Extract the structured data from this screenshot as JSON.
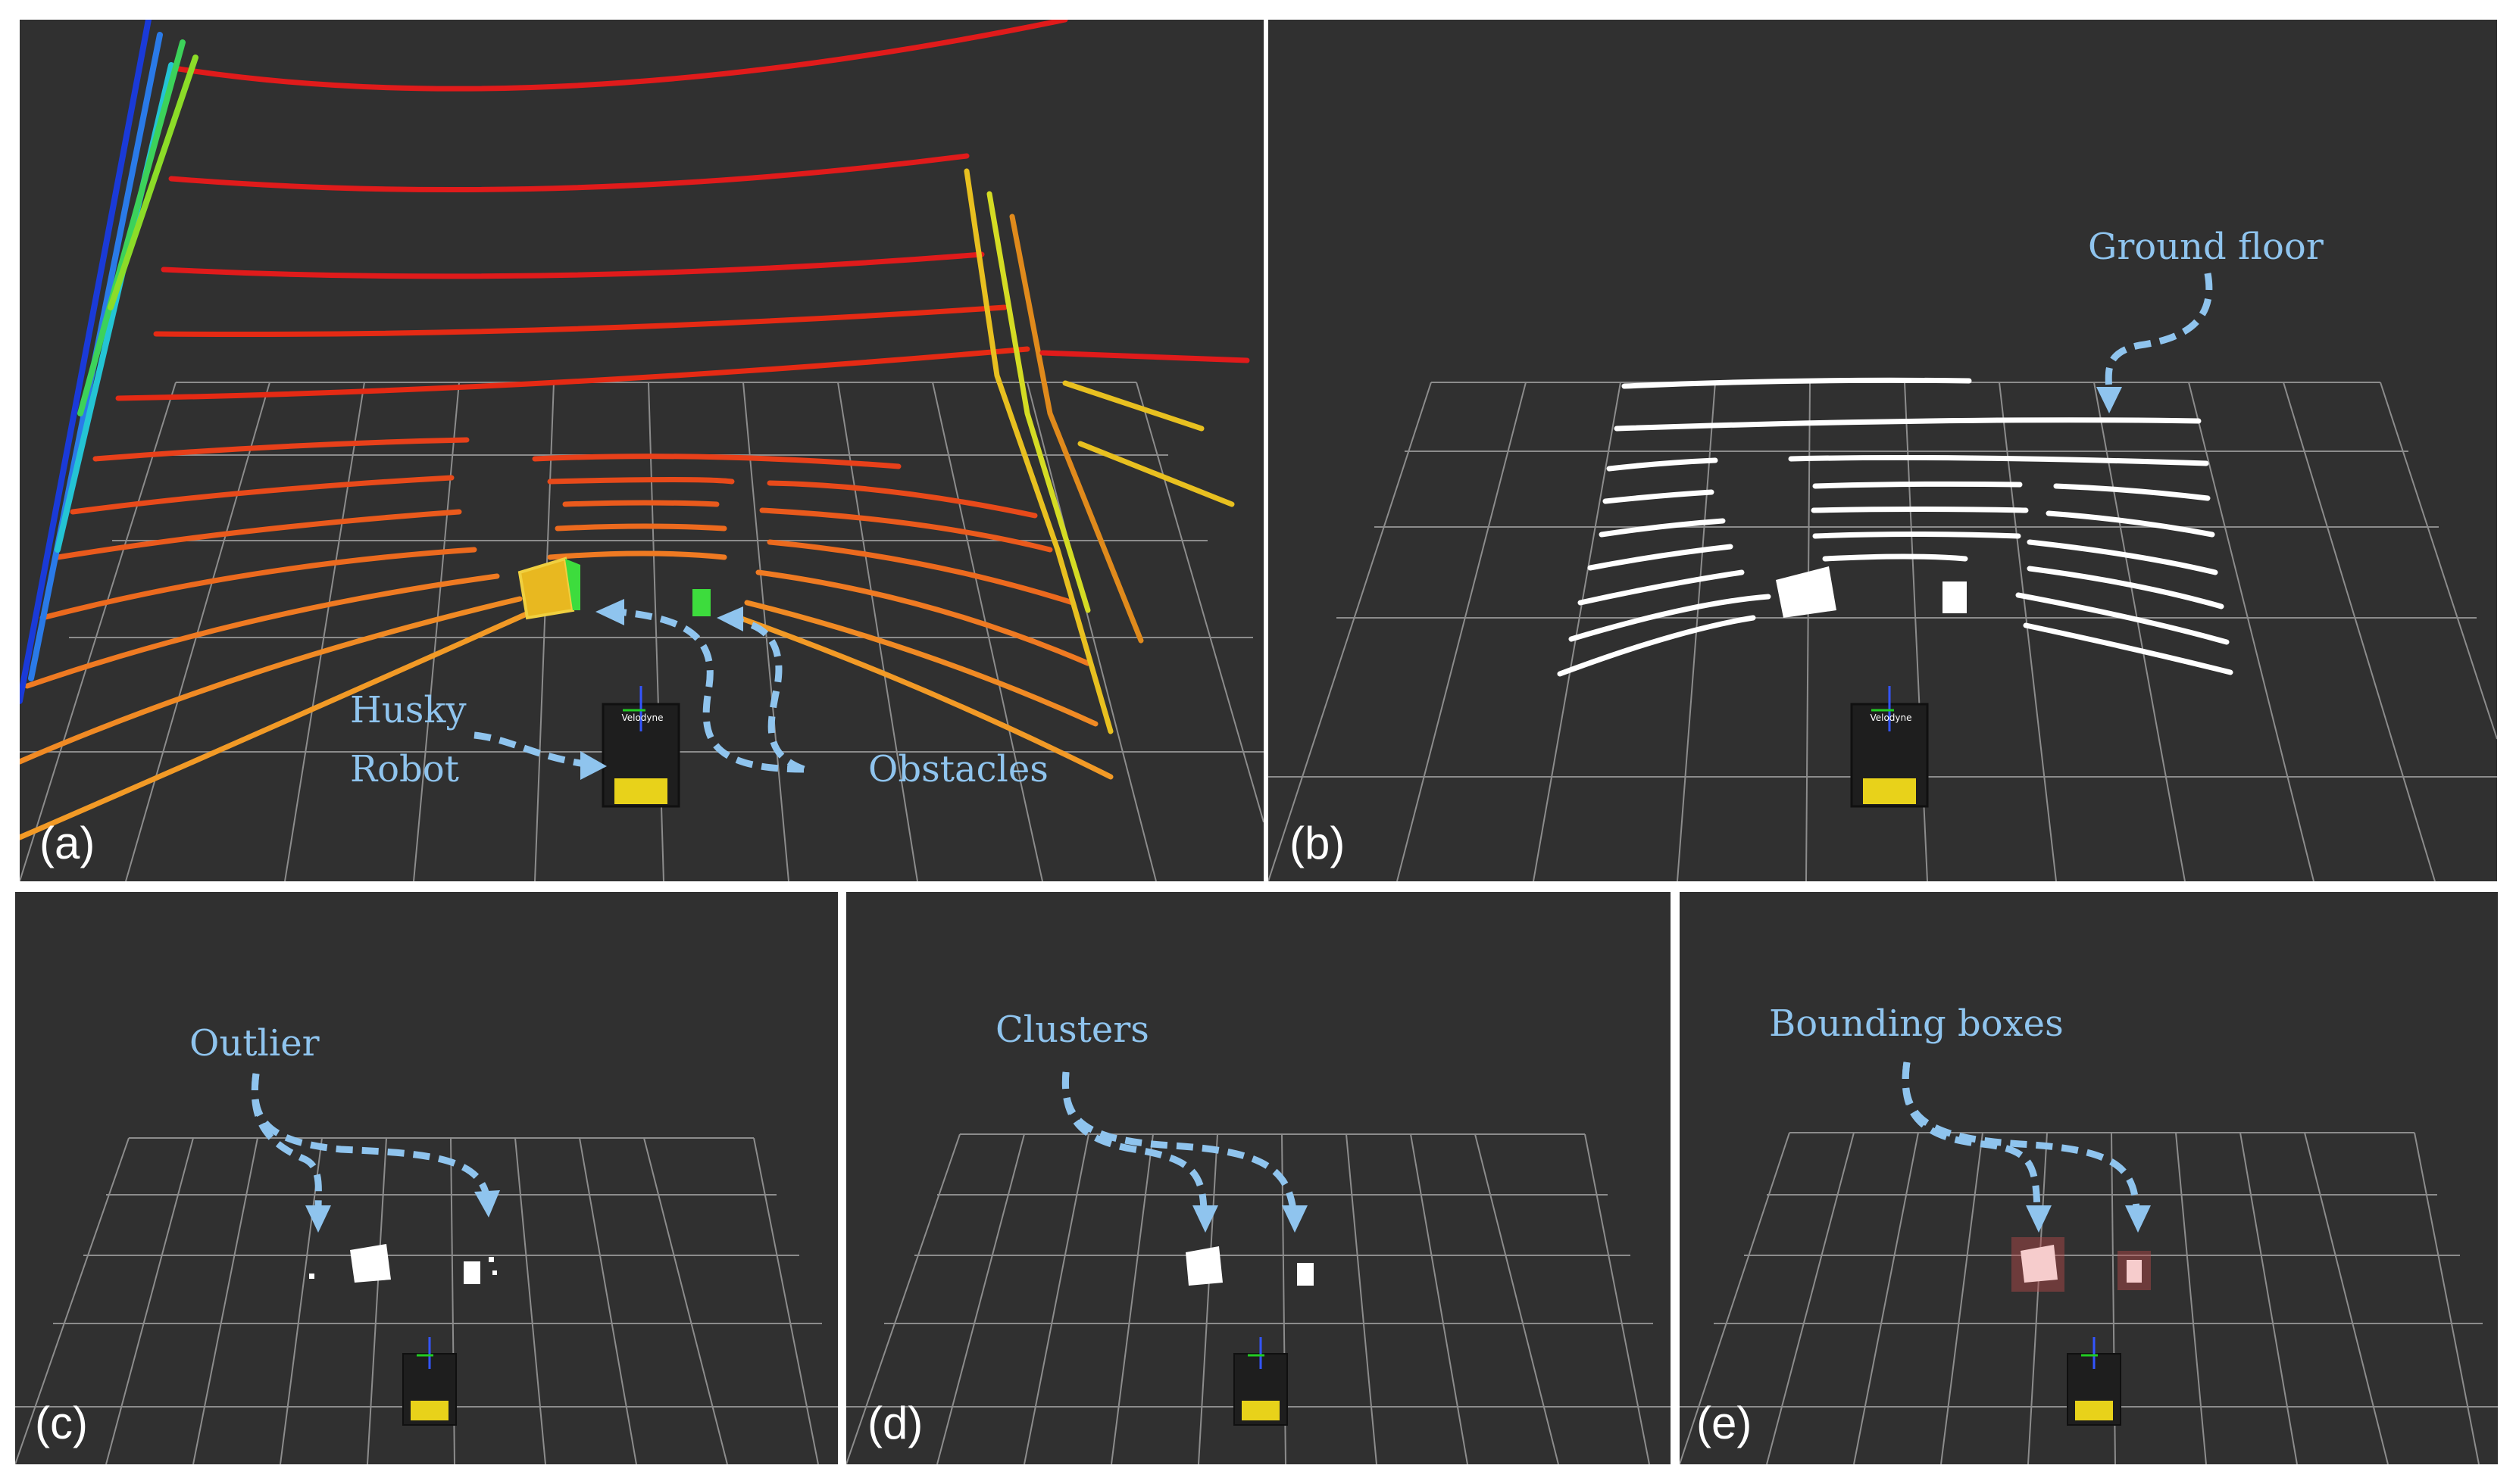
{
  "panels": {
    "a": {
      "label": "(a)"
    },
    "b": {
      "label": "(b)"
    },
    "c": {
      "label": "(c)"
    },
    "d": {
      "label": "(d)"
    },
    "e": {
      "label": "(e)"
    }
  },
  "annotations": {
    "husky_line1": "Husky",
    "husky_line2": "Robot",
    "obstacles": "Obstacles",
    "ground_floor": "Ground floor",
    "outlier": "Outlier",
    "clusters": "Clusters",
    "bounding_boxes": "Bounding boxes"
  },
  "robot": {
    "sensor_text": "Velodyne"
  },
  "colors": {
    "background": "#303030",
    "grid": "#8c8c8c",
    "annotation": "#8fc4ee",
    "ground_points": "#ffffff",
    "robot_body": "#1e1e1e",
    "robot_bumper": "#e8d21a",
    "obstacle_green": "#3ddc3d",
    "bbox_fill": "#b84a4a"
  }
}
